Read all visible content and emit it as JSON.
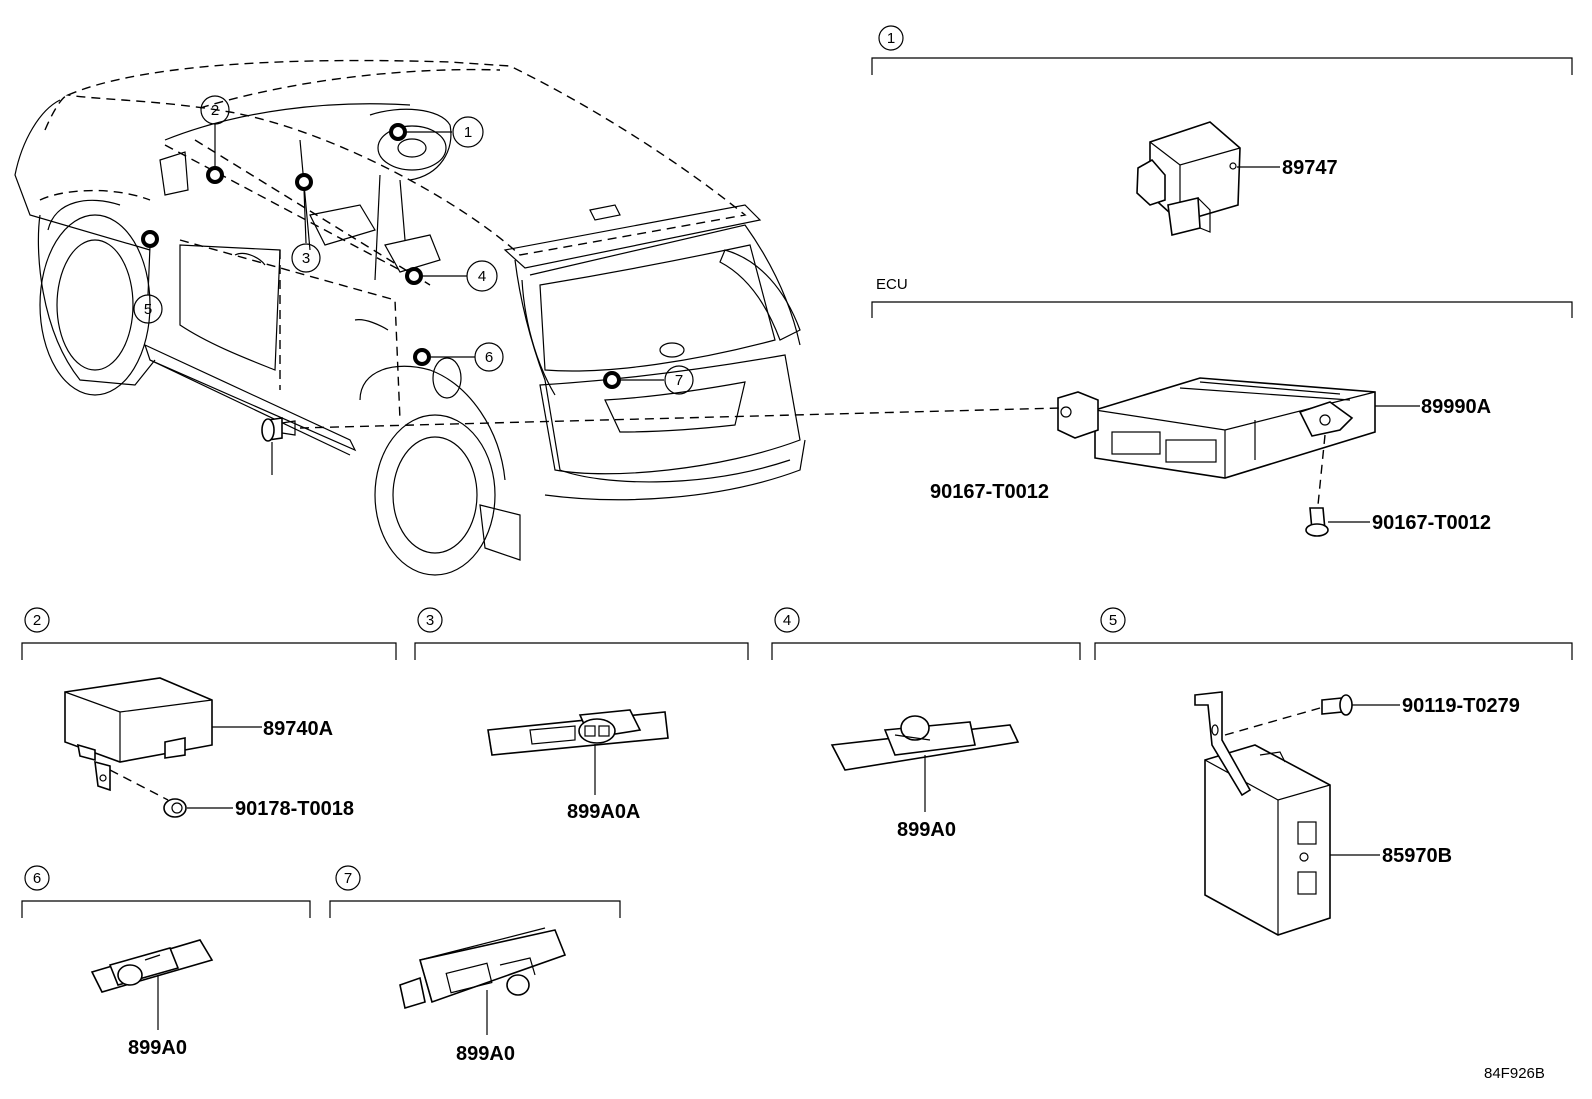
{
  "callouts": [
    "1",
    "2",
    "3",
    "4",
    "5",
    "6",
    "7"
  ],
  "sections": {
    "s1": {
      "number": "1",
      "part": "89747"
    },
    "ecu": {
      "label": "ECU",
      "main_part": "89990A",
      "bolt_left": "90167-T0012",
      "bolt_right": "90167-T0012"
    },
    "s2": {
      "number": "2",
      "part": "89740A",
      "nut": "90178-T0018"
    },
    "s3": {
      "number": "3",
      "part": "899A0A"
    },
    "s4": {
      "number": "4",
      "part": "899A0"
    },
    "s5": {
      "number": "5",
      "part": "85970B",
      "bolt": "90119-T0279"
    },
    "s6": {
      "number": "6",
      "part": "899A0"
    },
    "s7": {
      "number": "7",
      "part": "899A0"
    }
  },
  "diagram_code": "84F926B"
}
